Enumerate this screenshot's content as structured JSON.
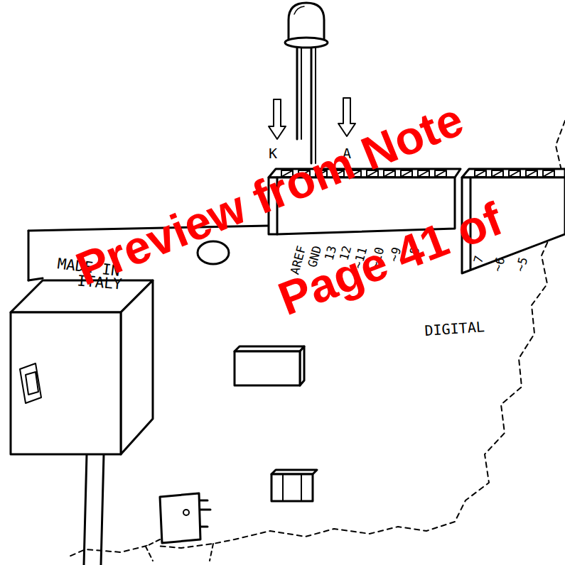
{
  "diagram": {
    "labels": [
      "K",
      "A",
      "Preview from Note",
      "MADE IN",
      "ITALY",
      "Page 41 of",
      "AREF",
      "GND",
      "13",
      "12",
      "~11",
      "~10",
      "~9",
      "8",
      "7",
      "~6",
      "~5",
      "DIGITAL"
    ]
  }
}
